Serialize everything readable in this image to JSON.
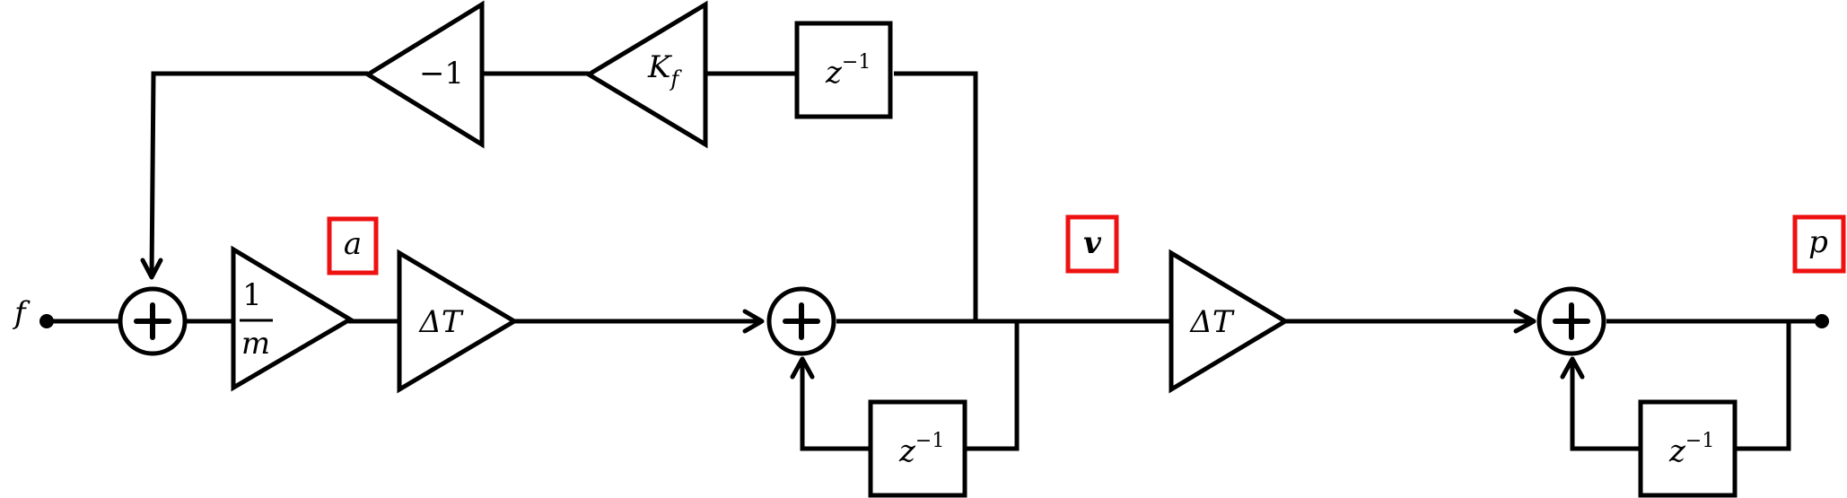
{
  "diagram": {
    "input_label": "f",
    "signals": {
      "a": "a",
      "v": "v",
      "p": "p"
    },
    "gains": {
      "inv_mass": {
        "numerator": "1",
        "denominator": "m"
      },
      "dt1": "ΔT",
      "dt2": "ΔT",
      "kf_main": "K",
      "kf_sub": "f",
      "neg_one": "−1"
    },
    "delays": {
      "top": {
        "base": "z",
        "exp": "−1"
      },
      "mid": {
        "base": "z",
        "exp": "−1"
      },
      "right": {
        "base": "z",
        "exp": "−1"
      }
    },
    "colors": {
      "line": "#000000",
      "highlight": "#ee1111"
    }
  }
}
